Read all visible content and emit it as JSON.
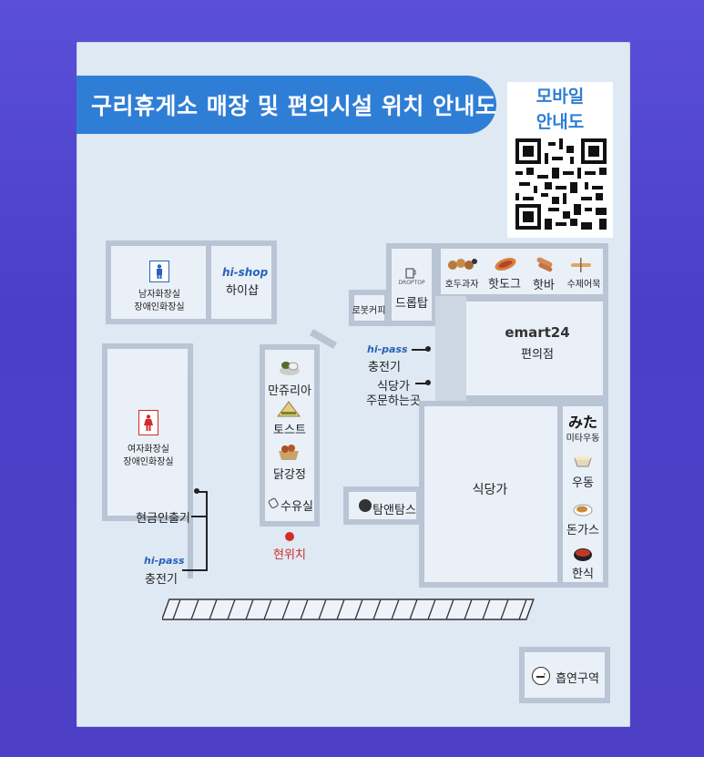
{
  "title": "구리휴게소 매장 및 편의시설 위치 안내도",
  "mobile_guide": "모바일\n안내도",
  "mobile_guide_lines": [
    "모바일",
    "안내도"
  ],
  "rooms": {
    "restroom_men": [
      "남자화장실",
      "장애인화장실"
    ],
    "hishop_logo": "hi-shop",
    "hishop": "하이샵",
    "restroom_women": [
      "여자화장실",
      "장애인화장실"
    ],
    "atm": "현금인출기",
    "hipass_left_logo": "hi-pass",
    "hipass_left": "충전기",
    "robot_coffee": "로봇커피",
    "droptop_logo": "DROPTOP",
    "droptop": "드롭탑",
    "hodu": "호두과자",
    "hotdog": "핫도그",
    "hotbar": "핫바",
    "fishcake": "수제어묵",
    "emart_logo": "emart24",
    "convenience": "편의점",
    "hipass_mid_logo": "hi-pass",
    "hipass_mid": "충전기",
    "order_point": [
      "식당가",
      "주문하는곳"
    ],
    "manjuria": "만쥬리아",
    "toast": "토스트",
    "dakgangjeong": "닭강정",
    "nursing": "수유실",
    "current": "현위치",
    "tamntams": "탐앤탐스",
    "food_court": "식당가",
    "mita_logo": "みた",
    "mita": "미타우동",
    "udon": "우동",
    "donkatsu": "돈가스",
    "hansik": "한식",
    "smoking": "흡연구역"
  },
  "colors": {
    "background": "#4d40c6",
    "board": "#dfe9f4",
    "title_bg": "#2f7ed6",
    "current_location": "#d42a2a"
  }
}
